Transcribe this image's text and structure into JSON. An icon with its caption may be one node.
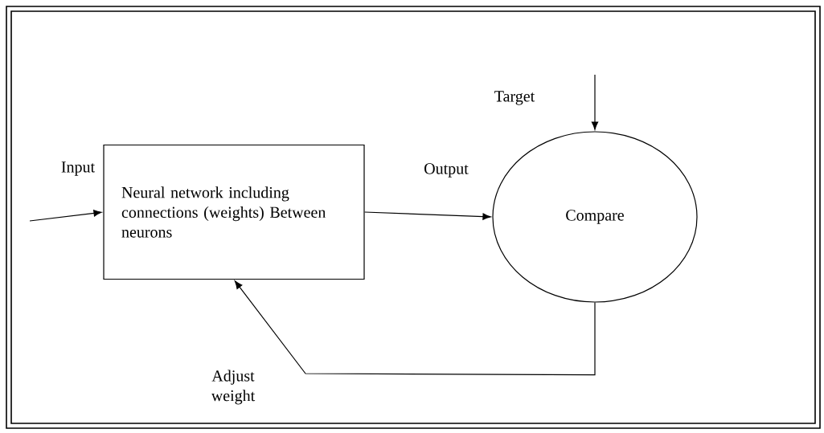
{
  "diagram": {
    "nodes": [
      {
        "text": [
          "Neural network including connections (weights) Between neurons"
        ]
      },
      {
        "text": [
          "Compare"
        ]
      }
    ],
    "edges": [
      {
        "from": null,
        "to": 0,
        "arrow": "to",
        "label": "Input"
      },
      {
        "from": 0,
        "to": 1,
        "arrow": "to",
        "label": "Output"
      },
      {
        "from": null,
        "to": 1,
        "arrow": "to",
        "label": "Target"
      },
      {
        "from": 1,
        "to": 0,
        "arrow": "to",
        "label": "Adjust weight"
      }
    ]
  }
}
